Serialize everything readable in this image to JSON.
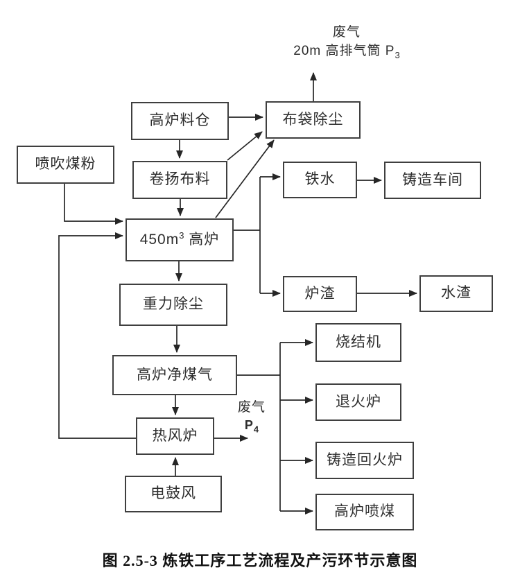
{
  "caption": "图 2.5-3 炼铁工序工艺流程及产污环节示意图",
  "labels": {
    "top_exhaust": {
      "line1": "废气",
      "line2_pre": "20m 高排气筒 P",
      "line2_sub": "3"
    },
    "hot_stove_exhaust": {
      "line1": "废气",
      "line2_pre": "P",
      "line2_sub": "4"
    }
  },
  "nodes": {
    "material_bin": "高炉料仓",
    "bag_filter": "布袋除尘",
    "coal_injection": "喷吹煤粉",
    "hoist_charging": "卷扬布料",
    "molten_iron": "铁水",
    "casting_workshop": "铸造车间",
    "blast_furnace": {
      "pre": "450m",
      "sup": "3",
      "post": " 高炉"
    },
    "slag": "炉渣",
    "water_slag": "水渣",
    "gravity_dedust": "重力除尘",
    "clean_gas": "高炉净煤气",
    "sintering_machine": "烧结机",
    "annealing_furnace": "退火炉",
    "hot_blast_stove": "热风炉",
    "tempering_furnace": "铸造回火炉",
    "electric_blower": "电鼓风",
    "bf_coal_injection": "高炉喷煤"
  },
  "colors": {
    "line": "#262626",
    "box_border": "#3f3f3f",
    "text": "#2d2d2d",
    "background": "#ffffff"
  }
}
